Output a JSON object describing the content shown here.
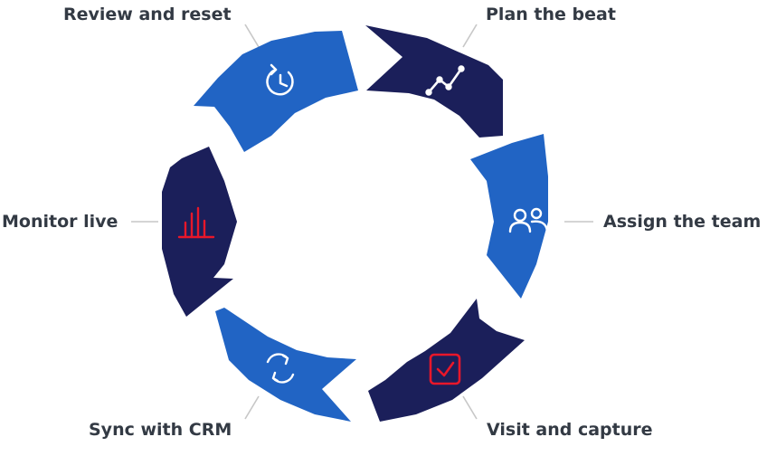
{
  "colors": {
    "navy": "#1b1f5a",
    "blue": "#2164c4",
    "accent_red": "#e8172a",
    "connector": "#c7c7c7",
    "label_text": "#333a44",
    "icon_white": "#ffffff"
  },
  "cycle": {
    "steps": [
      {
        "id": "plan",
        "label": "Plan the beat",
        "icon": "trend-line-icon",
        "segment_color": "navy"
      },
      {
        "id": "assign",
        "label": "Assign the team",
        "icon": "people-icon",
        "segment_color": "blue"
      },
      {
        "id": "visit",
        "label": "Visit and capture",
        "icon": "checkbox-check-icon",
        "segment_color": "navy"
      },
      {
        "id": "sync",
        "label": "Sync with CRM",
        "icon": "sync-arrows-icon",
        "segment_color": "blue"
      },
      {
        "id": "monitor",
        "label": "Monitor live",
        "icon": "bar-chart-icon",
        "segment_color": "navy"
      },
      {
        "id": "review",
        "label": "Review and reset",
        "icon": "clock-reset-icon",
        "segment_color": "blue"
      }
    ]
  }
}
